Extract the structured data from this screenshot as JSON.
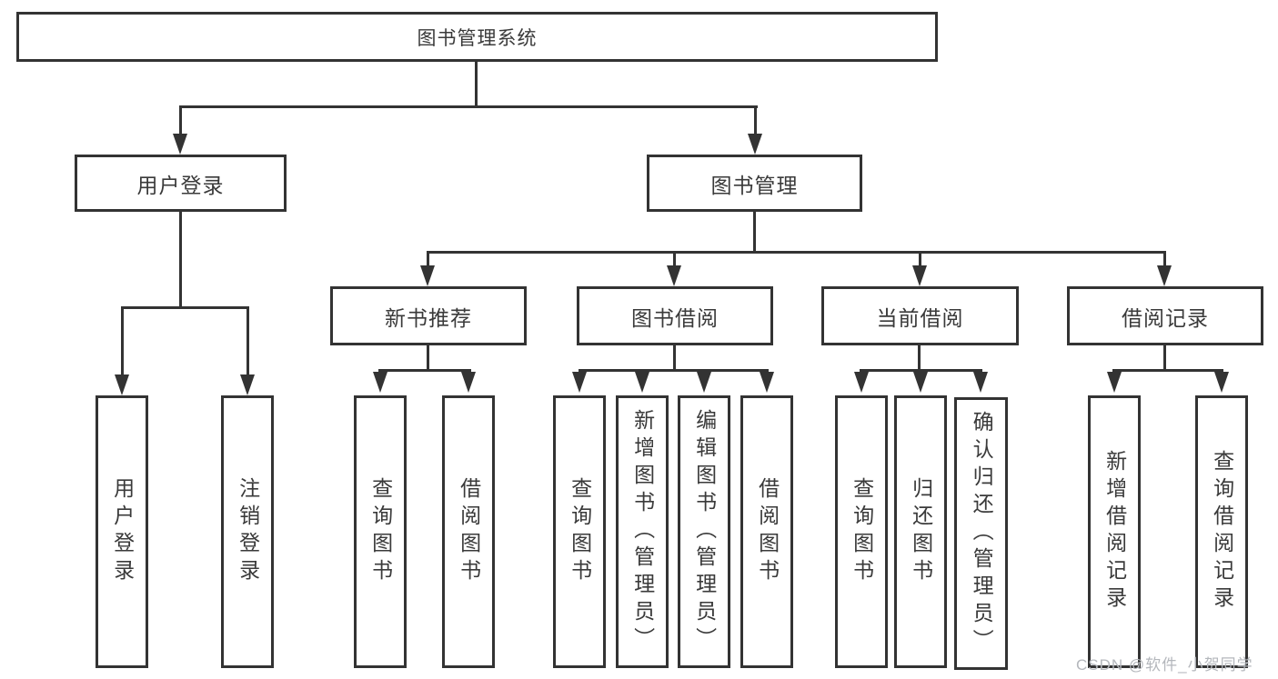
{
  "diagram": {
    "root": {
      "label": "图书管理系统"
    },
    "login": {
      "label": "用户登录",
      "children": [
        {
          "label": "用户登录"
        },
        {
          "label": "注销登录"
        }
      ]
    },
    "management": {
      "label": "图书管理",
      "sections": [
        {
          "label": "新书推荐",
          "children": [
            {
              "label": "查询图书"
            },
            {
              "label": "借阅图书"
            }
          ]
        },
        {
          "label": "图书借阅",
          "children": [
            {
              "label": "查询图书"
            },
            {
              "label": "新增图书（管理员）"
            },
            {
              "label": "编辑图书（管理员）"
            },
            {
              "label": "借阅图书"
            }
          ]
        },
        {
          "label": "当前借阅",
          "children": [
            {
              "label": "查询图书"
            },
            {
              "label": "归还图书"
            },
            {
              "label": "确认归还（管理员）"
            }
          ]
        },
        {
          "label": "借阅记录",
          "children": [
            {
              "label": "新增借阅记录"
            },
            {
              "label": "查询借阅记录"
            }
          ]
        }
      ]
    }
  },
  "watermark": {
    "text": "CSDN @软件_小贺同学"
  },
  "colors": {
    "line": "#333333",
    "text": "#3a3a3a",
    "background": "#ffffff",
    "watermark": "#b4b7bc"
  }
}
